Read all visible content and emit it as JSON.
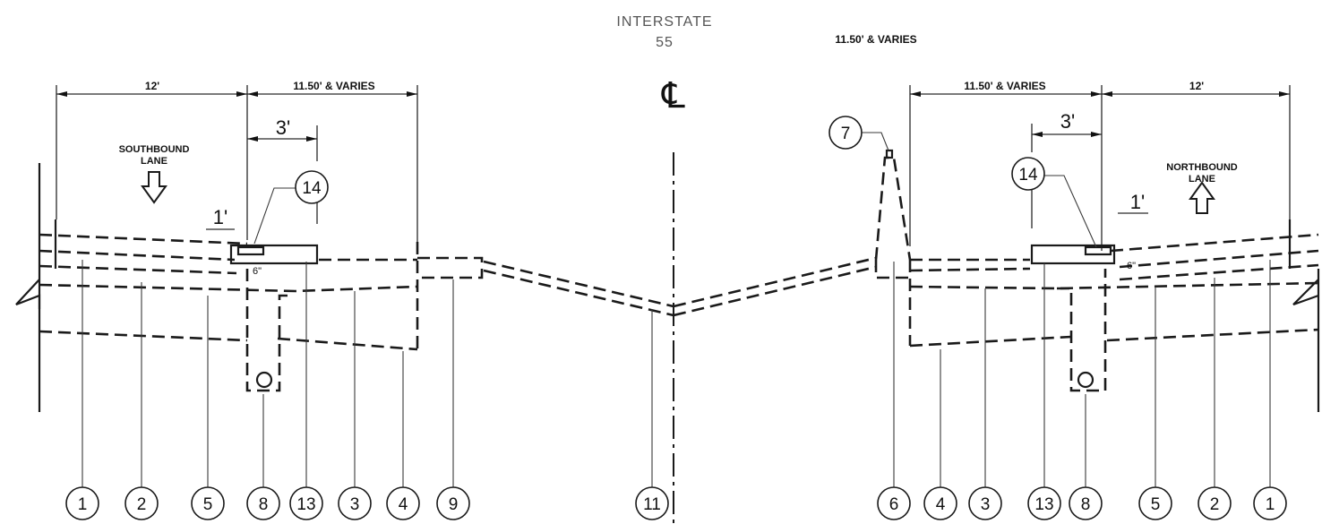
{
  "header": {
    "route_line1": "INTERSTATE",
    "route_line2": "55",
    "top_note": "11.50' & VARIES",
    "centerline_symbol": "℄"
  },
  "left": {
    "lane_label_1": "SOUTHBOUND",
    "lane_label_2": "LANE",
    "dim_lane": "12'",
    "dim_shoulder": "11.50' & VARIES",
    "dim_3": "3'",
    "dim_1": "1'",
    "dim_6": "6\""
  },
  "right": {
    "lane_label_1": "NORTHBOUND",
    "lane_label_2": "LANE",
    "dim_lane": "12'",
    "dim_shoulder": "11.50' & VARIES",
    "dim_3": "3'",
    "dim_1": "1'",
    "dim_6": "6\""
  },
  "callouts": {
    "left_bottom": [
      "1",
      "2",
      "5",
      "8",
      "13",
      "3",
      "4",
      "9"
    ],
    "center_bottom": [
      "11"
    ],
    "right_bottom": [
      "6",
      "4",
      "3",
      "13",
      "8",
      "5",
      "2",
      "1"
    ],
    "left_top": "14",
    "right_top": "14",
    "right_barrier": "7"
  }
}
